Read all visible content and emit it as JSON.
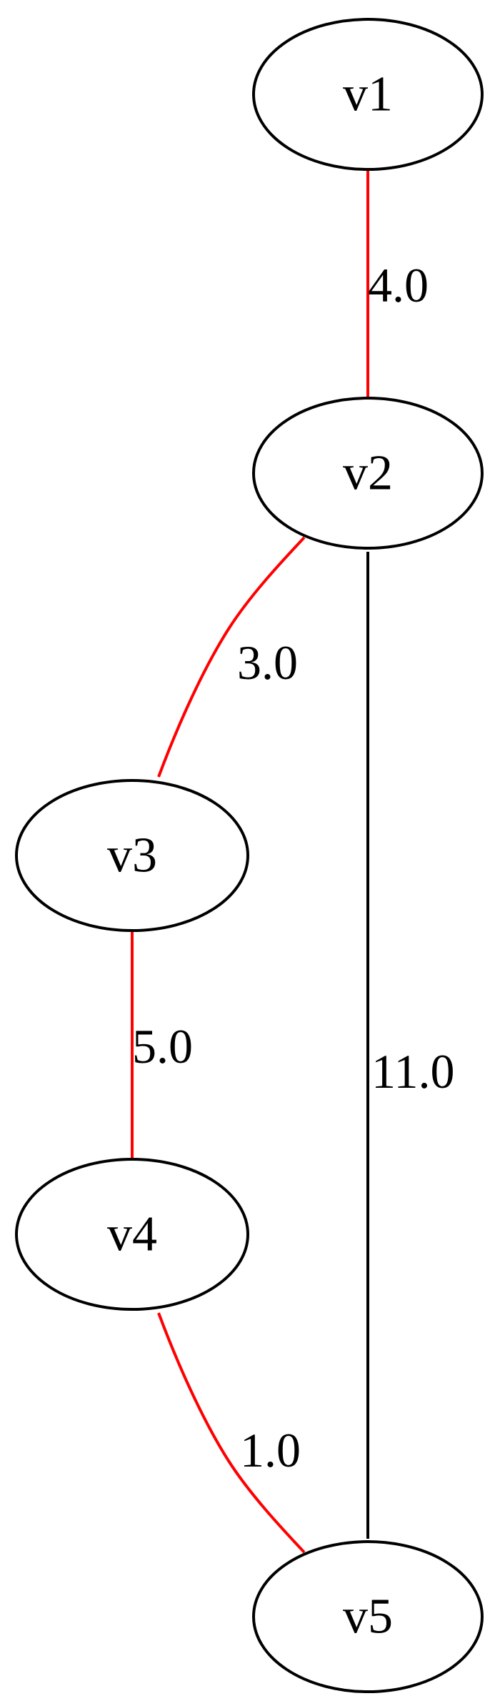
{
  "graph": {
    "nodes": [
      {
        "id": "v1",
        "label": "v1"
      },
      {
        "id": "v2",
        "label": "v2"
      },
      {
        "id": "v3",
        "label": "v3"
      },
      {
        "id": "v4",
        "label": "v4"
      },
      {
        "id": "v5",
        "label": "v5"
      }
    ],
    "edges": [
      {
        "from": "v1",
        "to": "v2",
        "label": "4.0",
        "color": "#ff0000",
        "highlighted": true
      },
      {
        "from": "v2",
        "to": "v3",
        "label": "3.0",
        "color": "#ff0000",
        "highlighted": true
      },
      {
        "from": "v2",
        "to": "v5",
        "label": "11.0",
        "color": "#000000",
        "highlighted": false
      },
      {
        "from": "v3",
        "to": "v4",
        "label": "5.0",
        "color": "#ff0000",
        "highlighted": true
      },
      {
        "from": "v4",
        "to": "v5",
        "label": "1.0",
        "color": "#ff0000",
        "highlighted": true
      }
    ]
  }
}
